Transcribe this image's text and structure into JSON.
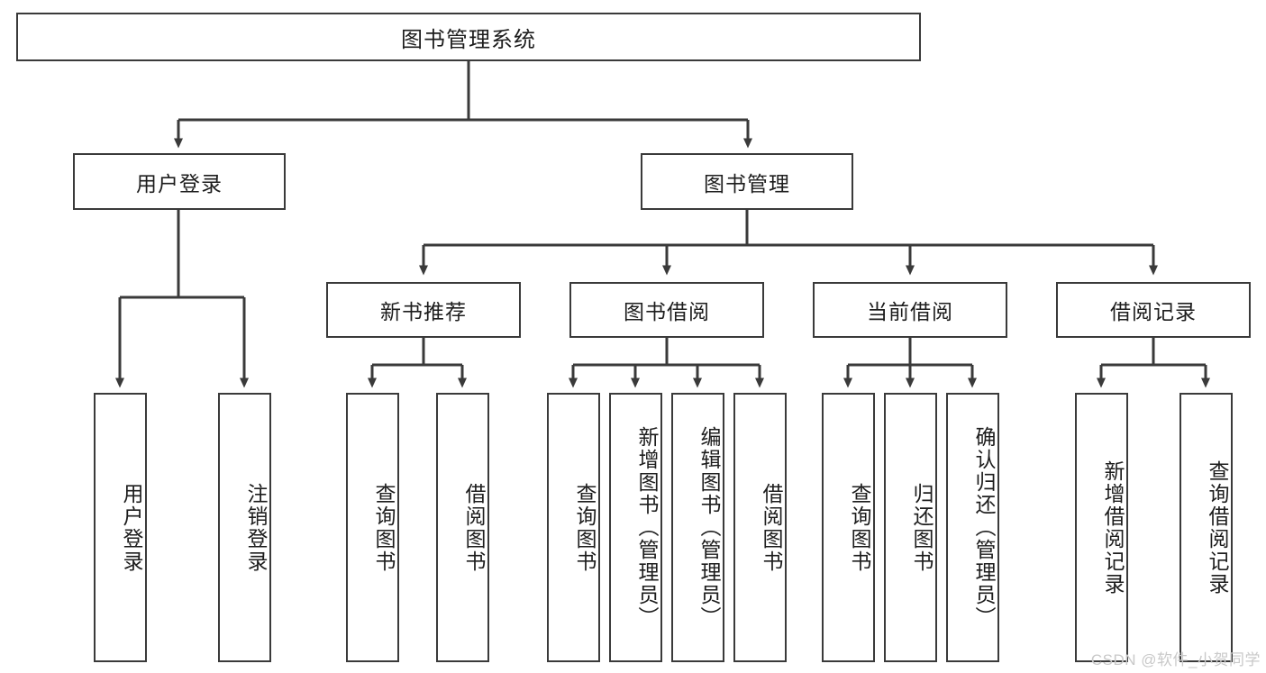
{
  "diagram": {
    "type": "tree-flowchart",
    "title": "图书管理系统",
    "orientation": "top-down",
    "colors": {
      "box_border": "#3a3a3a",
      "box_fill": "#ffffff",
      "line": "#3a3a3a",
      "text": "#1d1d1d",
      "watermark": "#c9c9c9",
      "background": "#ffffff"
    },
    "levels": {
      "root": {
        "label": "图书管理系统"
      },
      "level2": [
        {
          "label": "用户登录"
        },
        {
          "label": "图书管理"
        }
      ],
      "level3": [
        {
          "label": "新书推荐"
        },
        {
          "label": "图书借阅"
        },
        {
          "label": "当前借阅"
        },
        {
          "label": "借阅记录"
        }
      ],
      "leaves": {
        "user_login": [
          {
            "label": "用户登录"
          },
          {
            "label": "注销登录"
          }
        ],
        "new_book_recommend": [
          {
            "label": "查询图书"
          },
          {
            "label": "借阅图书"
          }
        ],
        "book_borrow": [
          {
            "label": "查询图书"
          },
          {
            "label": "新增图书（管理员）"
          },
          {
            "label": "编辑图书（管理员）"
          },
          {
            "label": "借阅图书"
          }
        ],
        "current_borrow": [
          {
            "label": "查询图书"
          },
          {
            "label": "归还图书"
          },
          {
            "label": "确认归还（管理员）"
          }
        ],
        "borrow_record": [
          {
            "label": "新增借阅记录"
          },
          {
            "label": "查询借阅记录"
          }
        ]
      }
    }
  },
  "watermark": {
    "text": "CSDN @软件_小贺同学"
  }
}
